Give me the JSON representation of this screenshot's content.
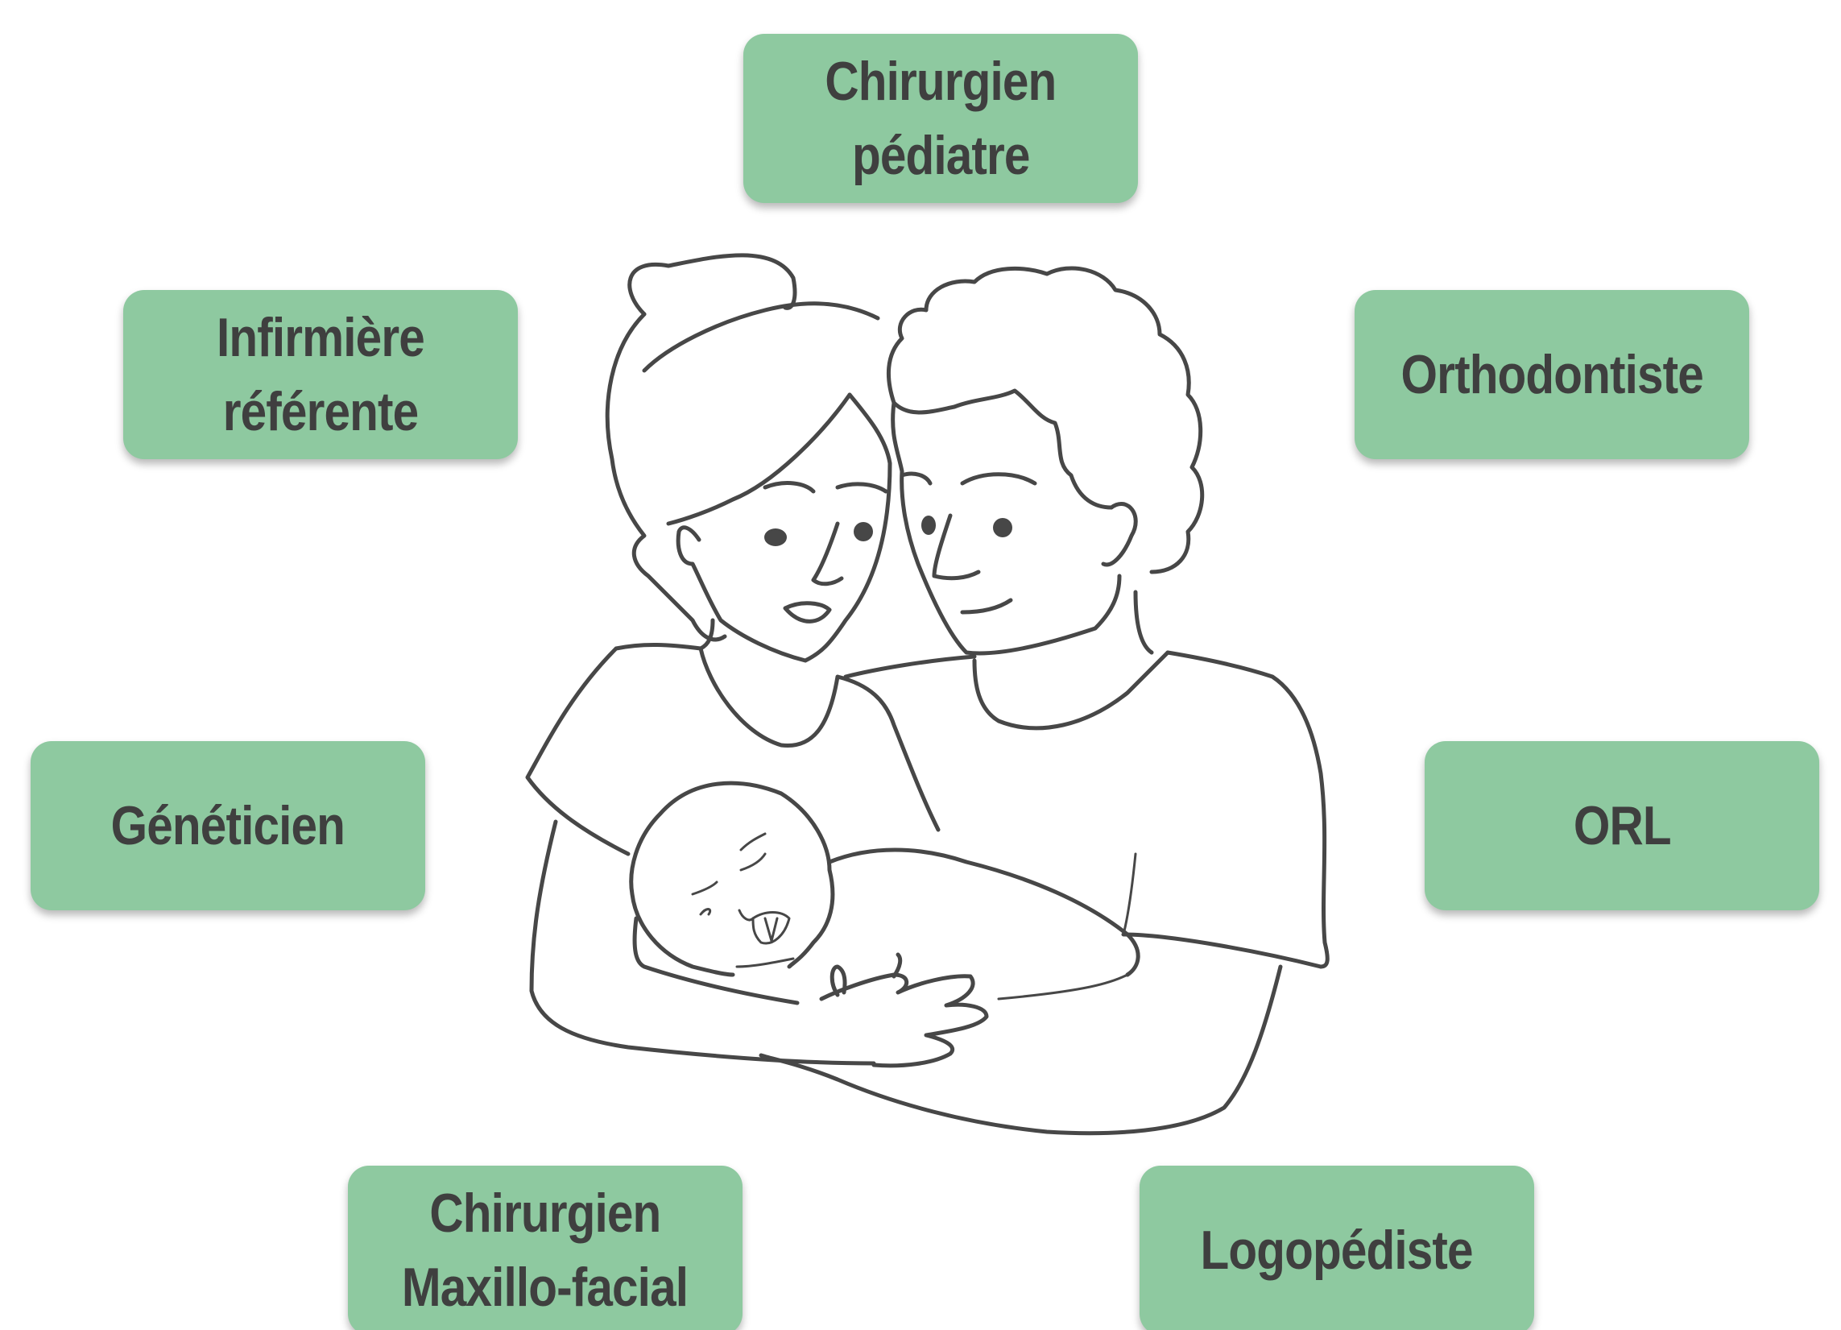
{
  "roles": {
    "chirurgien_pediatre": [
      "Chirurgien",
      "pédiatre"
    ],
    "infirmiere_referente": [
      "Infirmière",
      "référente"
    ],
    "orthodontiste": [
      "Orthodontiste"
    ],
    "geneticien": [
      "Généticien"
    ],
    "orl": [
      "ORL"
    ],
    "chirurgien_maxillo_facial": [
      "Chirurgien",
      "Maxillo-facial"
    ],
    "logopediste": [
      "Logopédiste"
    ]
  },
  "colors": {
    "box_fill": "#8ec9a0",
    "box_text": "#3f3f3f",
    "line_art": "#474747"
  },
  "illustration": {
    "icon": "family-with-newborn-illustration"
  }
}
